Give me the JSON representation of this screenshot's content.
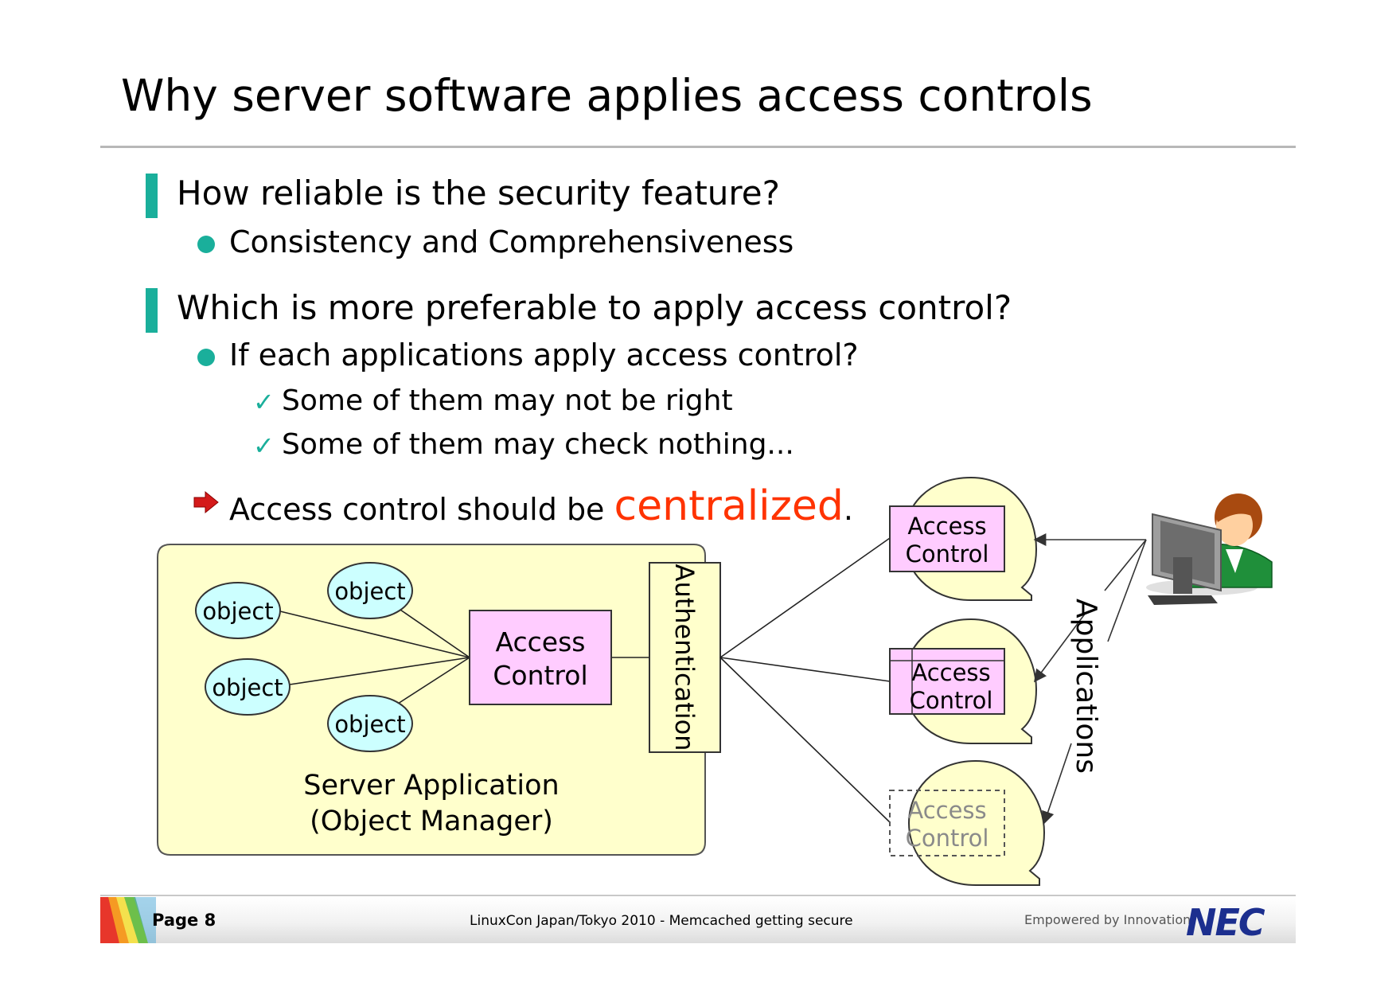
{
  "slide": {
    "title": "Why server software applies access controls",
    "q1": "How reliable is the security feature?",
    "q1_sub": "Consistency and Comprehensiveness",
    "q2": "Which is more preferable to apply access control?",
    "q2_sub": "If each applications apply access control?",
    "check1": "Some of them may not be right",
    "check2": "Some of them may check nothing...",
    "conclusion_prefix": "Access control should be ",
    "conclusion_highlight": "centralized",
    "conclusion_suffix": ".",
    "check_glyph": "✓",
    "accent_color": "#1aaf9b",
    "highlight_color": "#ff3300"
  },
  "diagram": {
    "object_label": "object",
    "access_control_line1": "Access",
    "access_control_line2": "Control",
    "authentication": "Authentication",
    "server_line1": "Server Application",
    "server_line2": "(Object Manager)",
    "applications": "Applications",
    "user_icon": "user-at-computer-icon"
  },
  "footer": {
    "page": "Page 8",
    "conference": "LinuxCon Japan/Tokyo 2010 - Memcached getting secure",
    "tagline": "Empowered by Innovation",
    "logo": "NEC"
  }
}
